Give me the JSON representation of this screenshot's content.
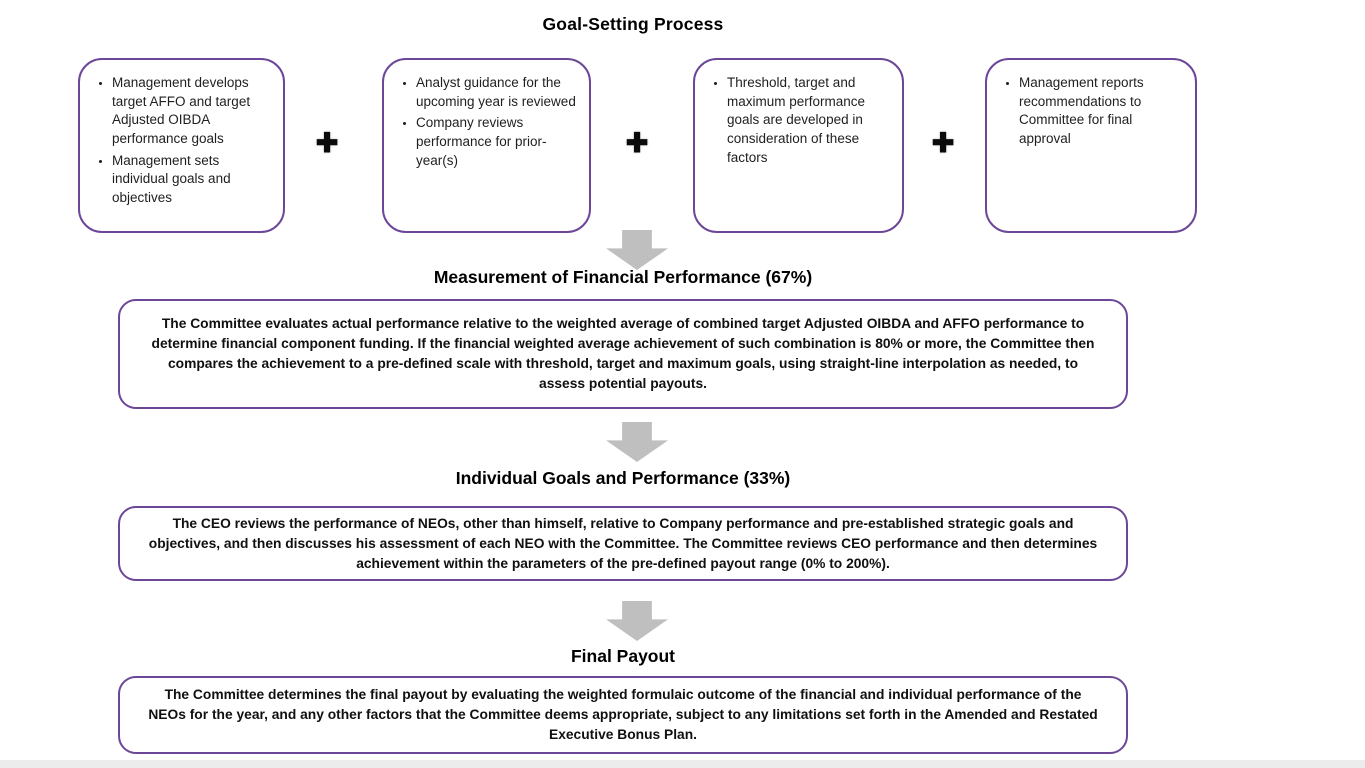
{
  "title": "Goal-Setting Process",
  "plus_symbol": "✚",
  "process_boxes": [
    {
      "bullets": [
        "Management develops target AFFO and target Adjusted OIBDA performance goals",
        "Management sets individual goals and objectives"
      ]
    },
    {
      "bullets": [
        "Analyst guidance for the upcoming year is reviewed",
        "Company reviews performance for prior-year(s)"
      ]
    },
    {
      "bullets": [
        "Threshold, target and maximum performance goals are developed in consideration of these factors"
      ]
    },
    {
      "bullets": [
        "Management reports recommendations to Committee for final approval"
      ]
    }
  ],
  "sections": [
    {
      "heading": "Measurement of Financial Performance (67%)",
      "body": "The Committee evaluates actual performance relative to the weighted average of combined target Adjusted OIBDA and AFFO performance to determine financial component funding. If the financial weighted average achievement of such combination is 80% or more, the Committee then compares the achievement to a pre-defined scale with threshold, target and maximum goals, using straight-line interpolation as needed, to assess potential payouts."
    },
    {
      "heading": "Individual Goals and Performance (33%)",
      "body": "The CEO reviews the performance of NEOs, other than himself, relative to Company performance and pre-established strategic goals and objectives, and then discusses his assessment of each NEO with the Committee.  The Committee reviews CEO performance and then determines achievement within the parameters of the pre-defined payout range (0% to 200%)."
    },
    {
      "heading": "Final Payout",
      "body": "The Committee determines the final payout by evaluating the weighted formulaic outcome of the financial and individual performance of the NEOs for the year, and any other factors that the Committee deems appropriate, subject to any limitations set forth in the Amended and Restated Executive Bonus Plan."
    }
  ],
  "colors": {
    "border_purple": "#6C4798",
    "arrow_gray": "#BFBFBF",
    "text": "#111111"
  }
}
